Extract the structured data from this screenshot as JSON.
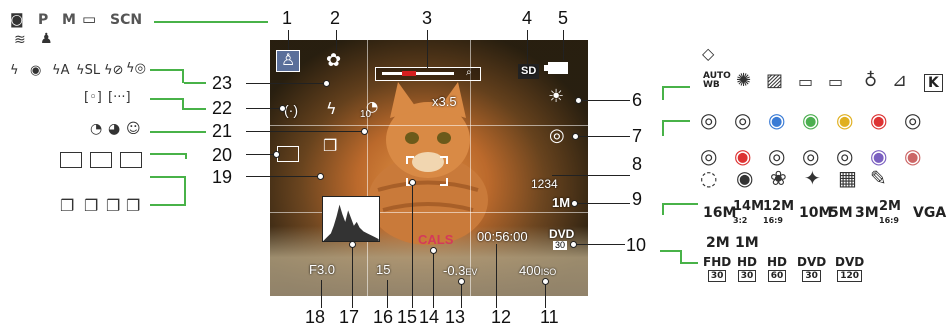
{
  "callouts": {
    "n1": "1",
    "n2": "2",
    "n3": "3",
    "n4": "4",
    "n5": "5",
    "n6": "6",
    "n7": "7",
    "n8": "8",
    "n9": "9",
    "n10": "10",
    "n11": "11",
    "n12": "12",
    "n13": "13",
    "n14": "14",
    "n15": "15",
    "n16": "16",
    "n17": "17",
    "n18": "18",
    "n19": "19",
    "n20": "20",
    "n21": "21",
    "n22": "22",
    "n23": "23"
  },
  "screen": {
    "zoom": "x3.5",
    "sd": "SD",
    "count": "1234",
    "size": "1M",
    "dvd": "DVD",
    "dvd_sub": "30",
    "time": "00:56:00",
    "iso_val": "400",
    "iso_unit": "ISO",
    "ev_val": "-0.3",
    "ev_unit": "EV",
    "cal": "CALS",
    "shutter": "15",
    "aperture": "F3.0",
    "selftimer": "10"
  },
  "mode_icons": {
    "p": "P",
    "m": "M",
    "scn": "SCN"
  },
  "image_sizes": {
    "row1": [
      "16M",
      "14M",
      "12M",
      "10M",
      "5M",
      "3M",
      "2M",
      "VGA"
    ],
    "sub1": [
      "",
      "3:2",
      "16:9",
      "",
      "",
      "",
      "16:9",
      ""
    ],
    "row2": [
      "2M",
      "1M"
    ]
  },
  "video_sizes": [
    {
      "top": "FHD",
      "sub": "30"
    },
    {
      "top": "HD",
      "sub": "30"
    },
    {
      "top": "HD",
      "sub": "60"
    },
    {
      "top": "DVD",
      "sub": "30"
    },
    {
      "top": "DVD",
      "sub": "120"
    }
  ],
  "wb_labels": {
    "auto": "AUTO",
    "wb": "WB",
    "k": "K"
  },
  "colors": {
    "bracket": "#48b248",
    "zoom_fill": "#d61f1f"
  }
}
